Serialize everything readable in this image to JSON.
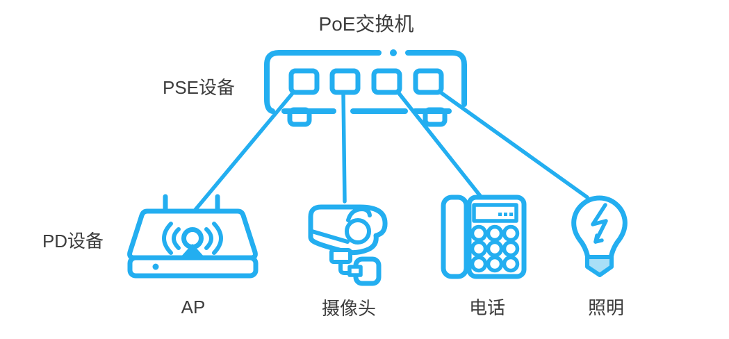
{
  "diagram": {
    "title": "PoE交换机",
    "pse_label": "PSE设备",
    "pd_label": "PD设备",
    "switch": {
      "name": "PoE交换机",
      "role": "PSE设备",
      "port_count": 4
    },
    "devices": [
      {
        "id": "ap",
        "label": "AP",
        "role": "PD设备"
      },
      {
        "id": "camera",
        "label": "摄像头",
        "role": "PD设备"
      },
      {
        "id": "phone",
        "label": "电话",
        "role": "PD设备"
      },
      {
        "id": "lighting",
        "label": "照明",
        "role": "PD设备"
      }
    ],
    "connections": [
      {
        "from": "port-1",
        "to": "ap"
      },
      {
        "from": "port-2",
        "to": "camera"
      },
      {
        "from": "port-3",
        "to": "phone"
      },
      {
        "from": "port-4",
        "to": "lighting"
      }
    ],
    "colors": {
      "line": "#23AEF0",
      "light_fill": "#A9DFF7",
      "text": "#3D3D3D",
      "background": "#FFFFFF"
    }
  }
}
